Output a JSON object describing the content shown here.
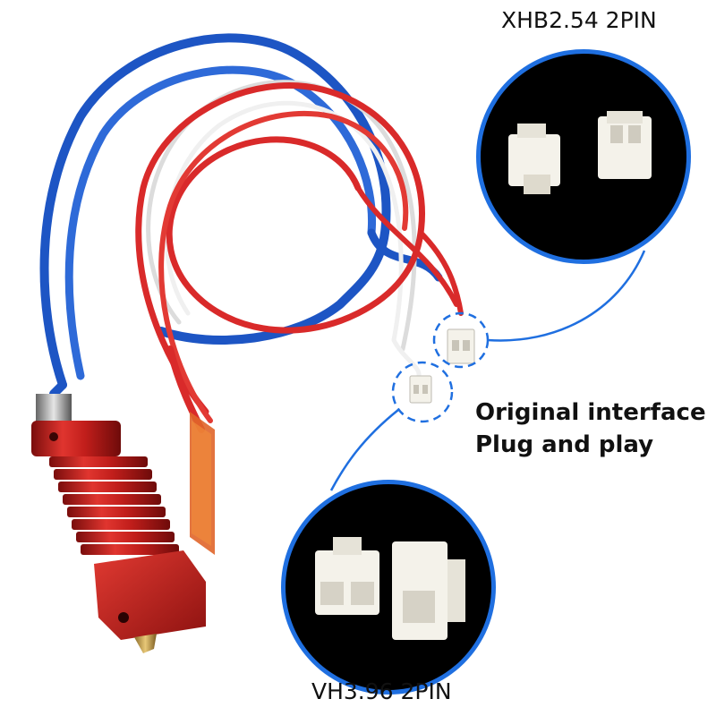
{
  "labels": {
    "connector_top": "XHB2.54 2PIN",
    "connector_bottom": "VH3.96 2PIN",
    "interface_line1": "Original interface",
    "interface_line2": "Plug and play"
  },
  "colors": {
    "blue_tube": "#1d55c4",
    "red_wire": "#d92a2a",
    "white_wire": "#f2f2f2",
    "hotend_red": "#c8201d",
    "callout_blue": "#1f6fe0",
    "callout_bg": "#000000",
    "connector_white": "#f4f2ea"
  }
}
